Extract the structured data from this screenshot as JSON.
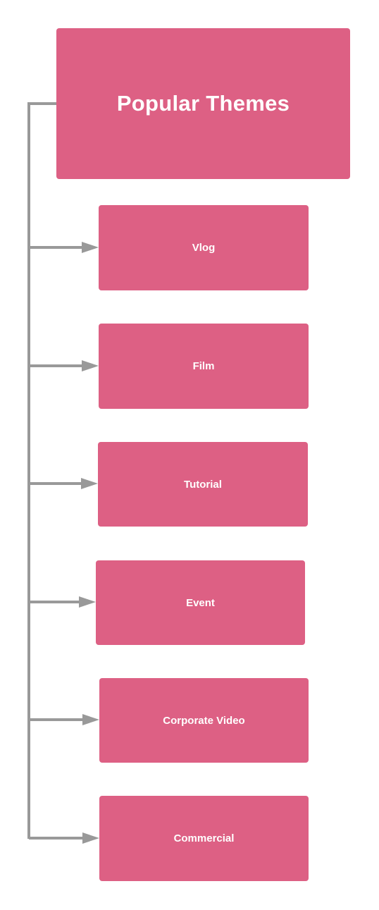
{
  "colors": {
    "node_fill": "#dd6084",
    "connector": "#999999"
  },
  "diagram": {
    "root": {
      "label": "Popular Themes"
    },
    "children": [
      {
        "label": "Vlog"
      },
      {
        "label": "Film"
      },
      {
        "label": "Tutorial"
      },
      {
        "label": "Event"
      },
      {
        "label": "Corporate Video"
      },
      {
        "label": "Commercial"
      }
    ]
  }
}
